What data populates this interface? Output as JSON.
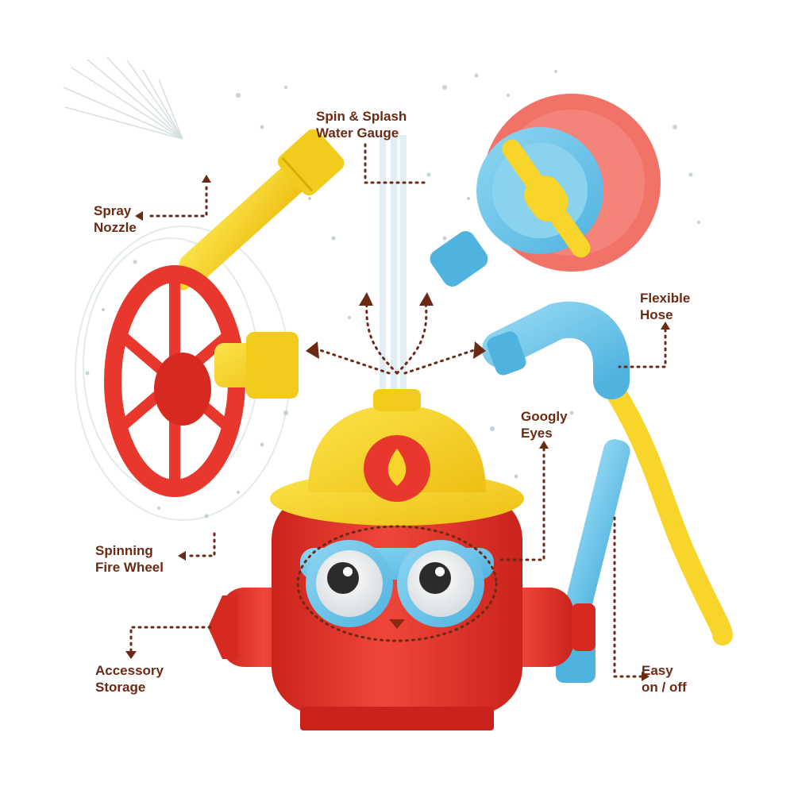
{
  "colors": {
    "label_text": "#6b2a14",
    "hydrant_red": "#e8372c",
    "toy_yellow": "#f7d52a",
    "toy_blue": "#6ec6ea",
    "water": "#d9ecf5"
  },
  "callouts": {
    "spin_gauge": {
      "line1": "Spin & Splash",
      "line2": "Water Gauge"
    },
    "spray_nozzle": {
      "line1": "Spray",
      "line2": "Nozzle"
    },
    "flexible_hose": {
      "line1": "Flexible",
      "line2": "Hose"
    },
    "googly_eyes": {
      "line1": "Googly",
      "line2": "Eyes"
    },
    "fire_wheel": {
      "line1": "Spinning",
      "line2": "Fire Wheel"
    },
    "accessory_storage": {
      "line1": "Accessory",
      "line2": "Storage"
    },
    "easy_on_off": {
      "line1": "Easy",
      "line2": "on / off"
    }
  }
}
